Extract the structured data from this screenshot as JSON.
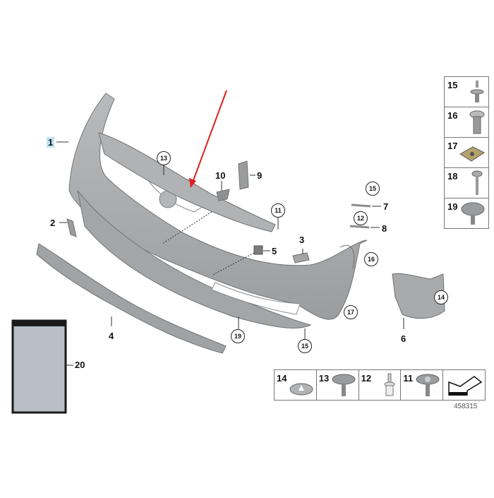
{
  "diagram": {
    "title": "Front bumper trim panel exploded parts diagram",
    "diagram_number": "458315",
    "colors": {
      "part_fill": "#a9abad",
      "part_dark": "#6f7274",
      "arrow": "#e02020",
      "highlight": "#bfe3f3",
      "label": "#111111"
    },
    "callouts": [
      {
        "id": "1",
        "text": "1",
        "style": "plain-highlighted"
      },
      {
        "id": "2",
        "text": "2",
        "style": "plain"
      },
      {
        "id": "3",
        "text": "3",
        "style": "plain"
      },
      {
        "id": "4",
        "text": "4",
        "style": "plain"
      },
      {
        "id": "5",
        "text": "5",
        "style": "plain"
      },
      {
        "id": "6",
        "text": "6",
        "style": "plain"
      },
      {
        "id": "7",
        "text": "7",
        "style": "plain"
      },
      {
        "id": "8",
        "text": "8",
        "style": "plain"
      },
      {
        "id": "9",
        "text": "9",
        "style": "plain"
      },
      {
        "id": "10",
        "text": "10",
        "style": "plain"
      },
      {
        "id": "20",
        "text": "20",
        "style": "plain"
      },
      {
        "id": "c13",
        "text": "13",
        "style": "circled"
      },
      {
        "id": "c11",
        "text": "11",
        "style": "circled"
      },
      {
        "id": "c15a",
        "text": "15",
        "style": "circled"
      },
      {
        "id": "c12",
        "text": "12",
        "style": "circled"
      },
      {
        "id": "c16",
        "text": "16",
        "style": "circled"
      },
      {
        "id": "c17",
        "text": "17",
        "style": "circled"
      },
      {
        "id": "c19",
        "text": "19",
        "style": "circled"
      },
      {
        "id": "c15b",
        "text": "15",
        "style": "circled"
      },
      {
        "id": "c14",
        "text": "14",
        "style": "circled"
      }
    ],
    "legend_vertical": [
      {
        "num": "15",
        "icon": "bolt-with-washer-icon"
      },
      {
        "num": "16",
        "icon": "collar-screw-icon"
      },
      {
        "num": "17",
        "icon": "clip-nut-icon"
      },
      {
        "num": "18",
        "icon": "hex-bolt-icon"
      },
      {
        "num": "19",
        "icon": "expanding-rivet-icon"
      }
    ],
    "legend_horizontal": [
      {
        "num": "14",
        "icon": "spring-nut-icon"
      },
      {
        "num": "13",
        "icon": "washer-screw-icon"
      },
      {
        "num": "12",
        "icon": "plastic-rivet-icon"
      },
      {
        "num": "11",
        "icon": "flange-screw-icon"
      },
      {
        "num": "",
        "icon": "direction-arrow-icon"
      }
    ]
  }
}
